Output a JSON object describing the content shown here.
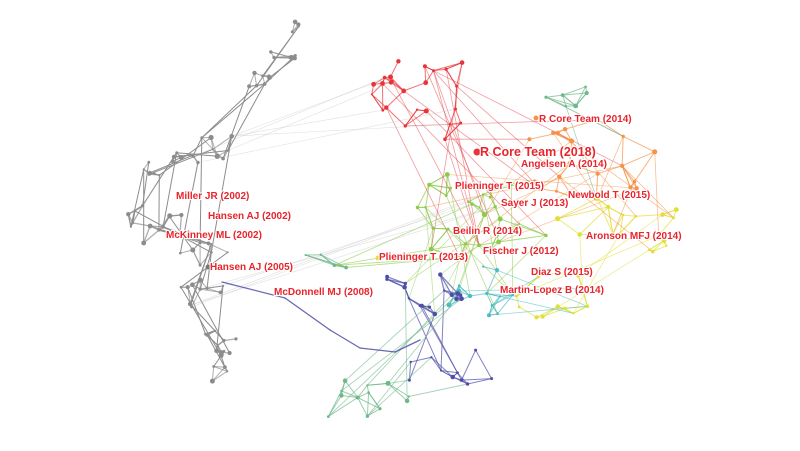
{
  "colors": {
    "label": "#e8242c",
    "clusters": {
      "gray": "#8c8c8c",
      "red": "#e8333a",
      "orange": "#f4944a",
      "yellow": "#e3df3a",
      "lightgreen": "#8ccb4a",
      "green": "#6fb88a",
      "teal": "#4cbcc4",
      "blue": "#4e4ea8"
    }
  },
  "network": {
    "labels": [
      {
        "id": "r-core-team-2018",
        "text": "R Core Team (2018)",
        "cluster": "red",
        "size": "big"
      },
      {
        "id": "r-core-team-2014",
        "text": "R Core Team (2014)",
        "cluster": "orange"
      },
      {
        "id": "angelsen-a-2014",
        "text": "Angelsen A (2014)",
        "cluster": "orange"
      },
      {
        "id": "plieninger-t-2015",
        "text": "Plieninger T (2015)",
        "cluster": "lightgreen"
      },
      {
        "id": "newbold-t-2015",
        "text": "Newbold T (2015)",
        "cluster": "orange"
      },
      {
        "id": "sayer-j-2013",
        "text": "Sayer J (2013)",
        "cluster": "lightgreen"
      },
      {
        "id": "miller-jr-2002",
        "text": "Miller JR (2002)",
        "cluster": "gray"
      },
      {
        "id": "hansen-aj-2002",
        "text": "Hansen AJ (2002)",
        "cluster": "gray"
      },
      {
        "id": "mckinney-ml-2002",
        "text": "McKinney ML (2002)",
        "cluster": "gray"
      },
      {
        "id": "beilin-r-2014",
        "text": "Beilin R (2014)",
        "cluster": "lightgreen"
      },
      {
        "id": "aronson-mfj-2014",
        "text": "Aronson MFJ (2014)",
        "cluster": "yellow"
      },
      {
        "id": "fischer-j-2012",
        "text": "Fischer J (2012)",
        "cluster": "teal"
      },
      {
        "id": "plieninger-t-2013",
        "text": "Plieninger T (2013)",
        "cluster": "lightgreen"
      },
      {
        "id": "hansen-aj-2005",
        "text": "Hansen AJ (2005)",
        "cluster": "gray"
      },
      {
        "id": "diaz-s-2015",
        "text": "Diaz S (2015)",
        "cluster": "yellow"
      },
      {
        "id": "mcdonnell-mj-2008",
        "text": "McDonnell MJ (2008)",
        "cluster": "blue"
      },
      {
        "id": "martin-lopez-b-2014",
        "text": "Martin-Lopez B (2014)",
        "cluster": "yellow"
      }
    ]
  }
}
